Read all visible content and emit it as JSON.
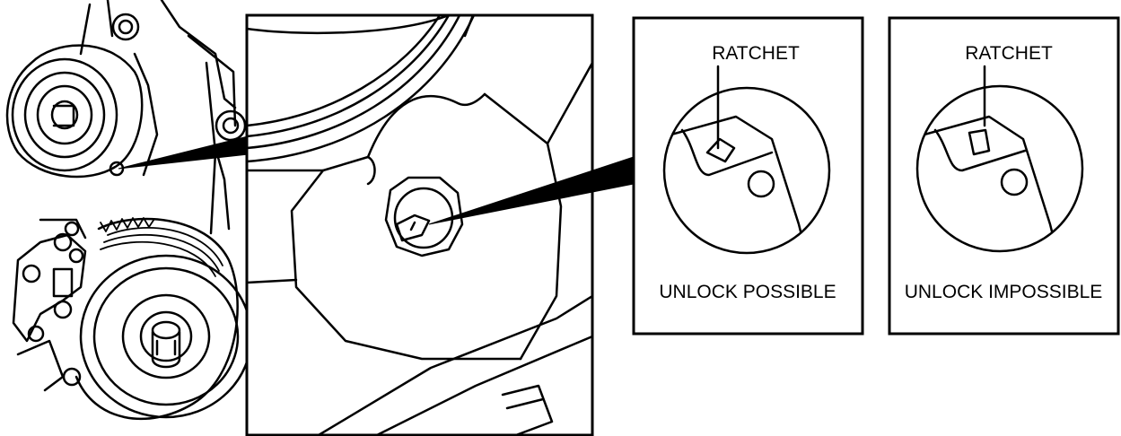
{
  "detail_possible": {
    "ratchet_label": "RATCHET",
    "caption": "UNLOCK POSSIBLE"
  },
  "detail_impossible": {
    "ratchet_label": "RATCHET",
    "caption": "UNLOCK IMPOSSIBLE"
  }
}
